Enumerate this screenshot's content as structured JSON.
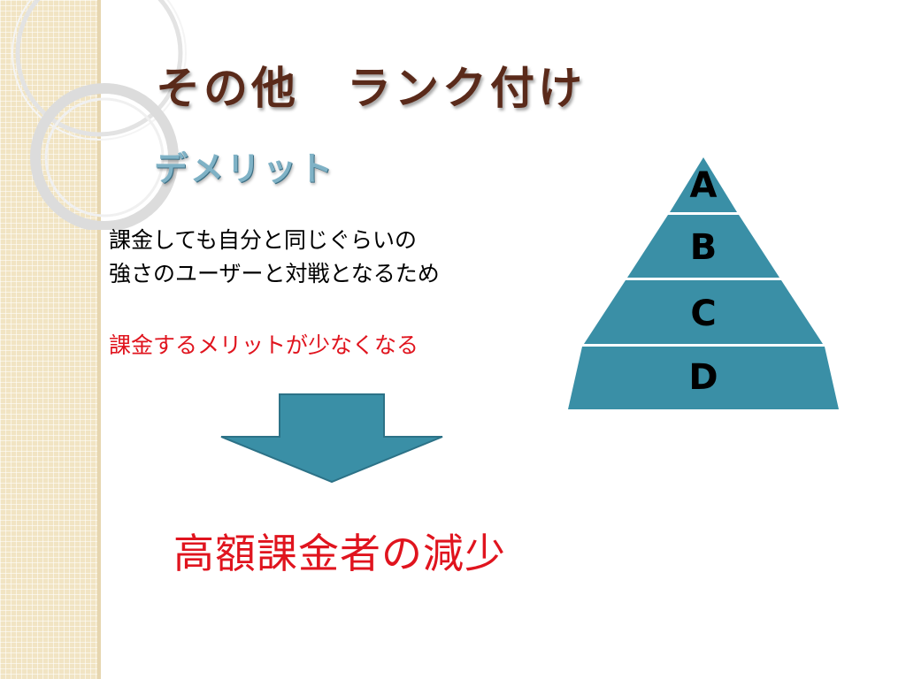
{
  "slide": {
    "title": "その他　ランク付け",
    "subtitle": "デメリット",
    "body_lines": [
      "課金しても自分と同じぐらいの",
      "強さのユーザーと対戦となるため"
    ],
    "highlight": "課金するメリットが少なくなる",
    "conclusion": "高額課金者の減少"
  },
  "pyramid": {
    "tiers": [
      "A",
      "B",
      "C",
      "D"
    ],
    "fill_color": "#3a8fa6"
  },
  "colors": {
    "title": "#5a2a1a",
    "subtitle": "#7fb2c6",
    "emphasis": "#e0141e",
    "arrow": "#3a8fa6",
    "sidebar": "#f1e4c3"
  },
  "icons": {
    "arrow": "down-arrow-icon"
  }
}
